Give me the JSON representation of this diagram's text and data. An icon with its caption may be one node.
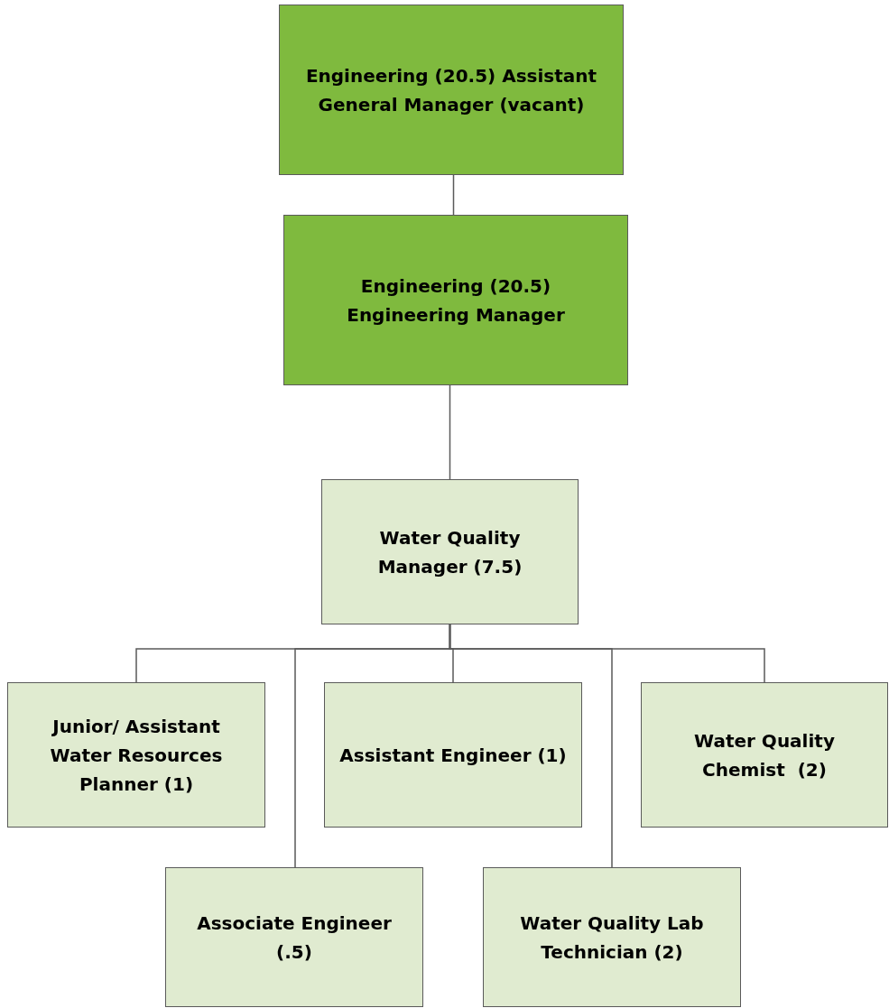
{
  "diagram": {
    "nodes": [
      {
        "text": [
          "Engineering (20.5) Assistant General Manager (vacant)"
        ]
      },
      {
        "text": [
          "Engineering (20.5) Engineering Manager"
        ]
      },
      {
        "text": [
          "Water Quality Manager (7.5)"
        ]
      },
      {
        "text": [
          "Junior/ Assistant Water Resources Planner (1)"
        ]
      },
      {
        "text": [
          "Assistant Engineer (1)"
        ]
      },
      {
        "text": [
          "Water Quality Chemist  (2)"
        ]
      },
      {
        "text": [
          "Associate Engineer (.5)"
        ]
      },
      {
        "text": [
          "Water Quality Lab Technician (2)"
        ]
      }
    ],
    "edges": [
      {
        "from": 0,
        "to": 1,
        "arrow": "none"
      },
      {
        "from": 1,
        "to": 2,
        "arrow": "none"
      },
      {
        "from": 2,
        "to": 3,
        "arrow": "none"
      },
      {
        "from": 2,
        "to": 6,
        "arrow": "none"
      },
      {
        "from": 2,
        "to": 4,
        "arrow": "none"
      },
      {
        "from": 2,
        "to": 7,
        "arrow": "none"
      },
      {
        "from": 2,
        "to": 5,
        "arrow": "none"
      }
    ]
  }
}
